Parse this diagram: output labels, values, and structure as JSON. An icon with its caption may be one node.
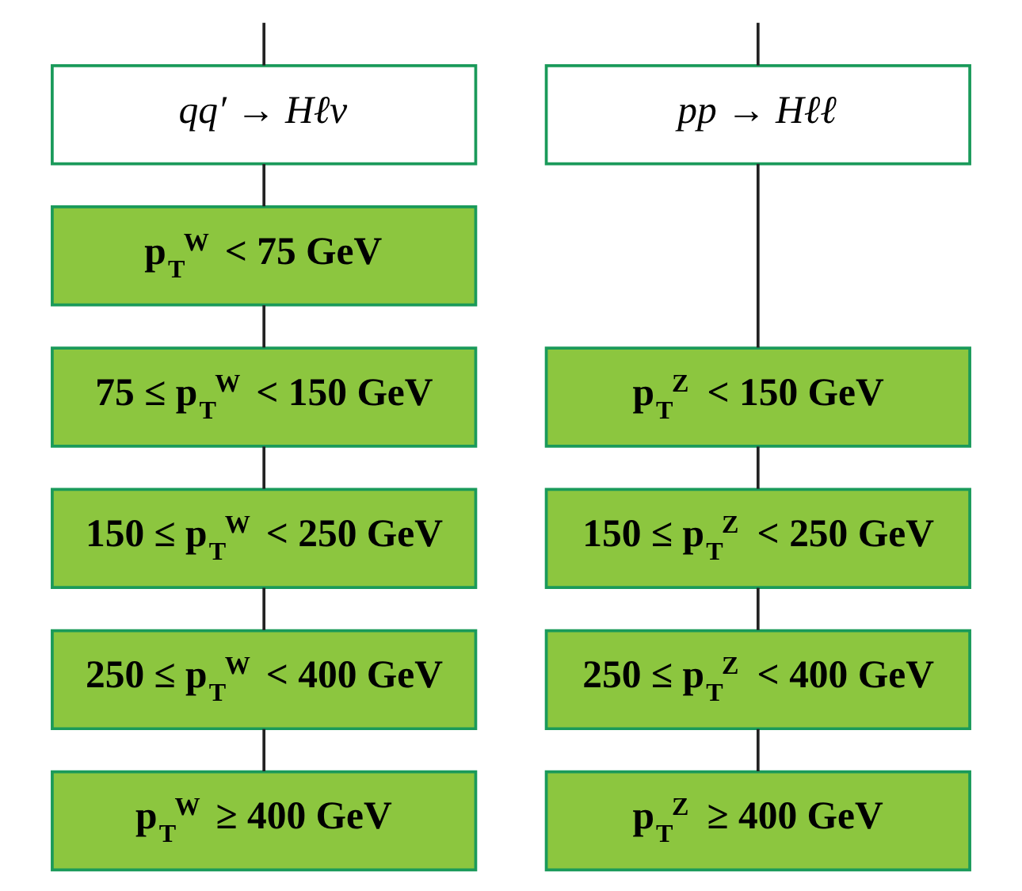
{
  "diagram": {
    "nodes": [
      {
        "text": [
          "qq′ → Hℓν"
        ]
      },
      {
        "text": [
          "p$_{T}$$^{W}$ < 75 GeV"
        ]
      },
      {
        "text": [
          "75 ≤ p$_{T}$$^{W}$ < 150 GeV"
        ]
      },
      {
        "text": [
          "150 ≤ p$_{T}$$^{W}$ < 250 GeV"
        ]
      },
      {
        "text": [
          "250 ≤ p$_{T}$$^{W}$ < 400 GeV"
        ]
      },
      {
        "text": [
          "p$_{T}$$^{W}$ ≥ 400 GeV"
        ]
      },
      {
        "text": [
          "pp → Hℓℓ"
        ]
      },
      {
        "text": [
          "p$_{T}$$^{Z}$ < 150 GeV"
        ]
      },
      {
        "text": [
          "150 ≤ p$_{T}$$^{Z}$ < 250 GeV"
        ]
      },
      {
        "text": [
          "250 ≤ p$_{T}$$^{Z}$ < 400 GeV"
        ]
      },
      {
        "text": [
          "p$_{T}$$^{Z}$ ≥ 400 GeV"
        ]
      }
    ],
    "edges": [
      {
        "from": null,
        "to": 0,
        "arrow": "none"
      },
      {
        "from": null,
        "to": 6,
        "arrow": "none"
      },
      {
        "from": 0,
        "to": 1,
        "arrow": "none"
      },
      {
        "from": 1,
        "to": 2,
        "arrow": "none"
      },
      {
        "from": 2,
        "to": 3,
        "arrow": "none"
      },
      {
        "from": 3,
        "to": 4,
        "arrow": "none"
      },
      {
        "from": 4,
        "to": 5,
        "arrow": "none"
      },
      {
        "from": 6,
        "to": 7,
        "arrow": "none"
      },
      {
        "from": 7,
        "to": 8,
        "arrow": "none"
      },
      {
        "from": 8,
        "to": 9,
        "arrow": "none"
      },
      {
        "from": 9,
        "to": 10,
        "arrow": "none"
      }
    ]
  }
}
